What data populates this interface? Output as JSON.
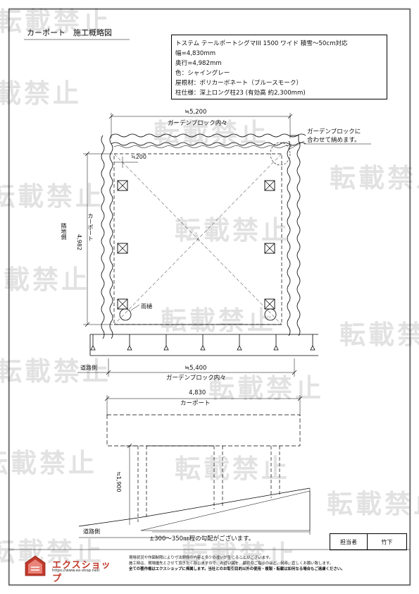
{
  "title": "カーポート　施工概略図",
  "spec_box": {
    "lines": [
      "トステム テールポートシグマIII 1500 ワイド 積雪～50cm対応",
      "幅=4,830mm",
      "奥行=4,982mm",
      "色：シャイングレー",
      "屋根材：ポリカーボネート（ブルースモーク）",
      "柱仕様：深上ロング柱23 (有効高 約2,300mm)"
    ]
  },
  "plan": {
    "top_dimension": "≒5,200",
    "top_dimension_label": "ガーデンブロック内々",
    "note_line1": "ガーデンブロックに",
    "note_line2": "合わせて納めます。",
    "overhang": "≒200",
    "side_label": "隣地側",
    "side_dimension": "4,982",
    "carport_vertical": "カーポート",
    "gutter_label": "雨樋",
    "road_label": "道路側",
    "bottom_dimension": "≒5,400",
    "bottom_dimension_label": "ガーデンブロック内々"
  },
  "elevation": {
    "width_dimension": "4,830",
    "width_label": "カーポート",
    "height_dimension": "≒1,900",
    "road_label": "道路側",
    "slope_note": "±300～350㎜程の勾配がございます。"
  },
  "stamp": {
    "label": "担当者",
    "name": "竹下"
  },
  "watermark_text": "転載禁止",
  "logo": {
    "name": "エクスショップ",
    "url": "https://www.ex-shop.net/"
  },
  "footer_notes": [
    "現場状況や作図制限により寸法関係の内容と多少の違いが生じることがございます。",
    "施工時は、現場優先とさせて頂きたく存じますので、お近い図を、最終のご指示のほど、何卒、宜しくお願い致します。",
    "全ての著作権はエクスショップに帰属します。当社とのお取引目的以外の使用・複製・転載は如何なる場合もご遠慮ください。"
  ],
  "colors": {
    "ink": "#111111",
    "brand": "#c0392b",
    "watermark": "#9a9a9a"
  }
}
